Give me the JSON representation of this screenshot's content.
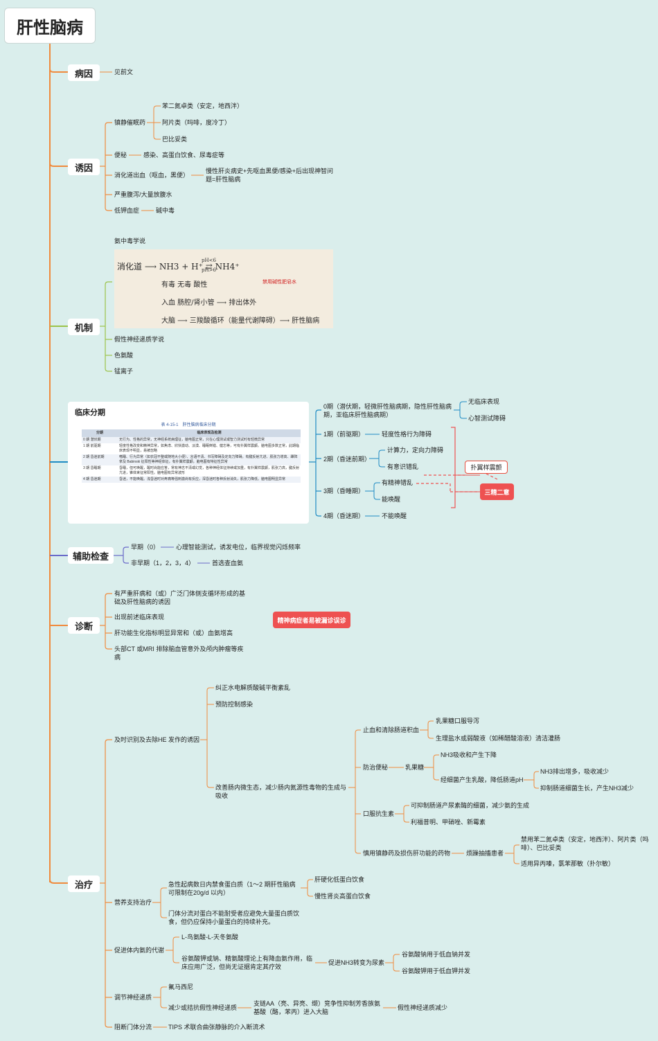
{
  "root": "肝性脑病",
  "branches": {
    "cause": {
      "label": "病因",
      "items": [
        "见前文"
      ]
    },
    "trigger": {
      "label": "诱因",
      "sedative": "镇静催眠药",
      "sedative_items": [
        "苯二氮卓类（安定，地西泮）",
        "阿片类（吗啡，度冷丁）",
        "巴比妥类"
      ],
      "constipation": "便秘",
      "constipation_detail": "感染、高蛋白饮食、尿毒症等",
      "gi_bleed": "消化道出血（呕血，黑便）",
      "gi_bleed_detail": "慢性肝炎病史+先呕血黑便/感染+后出现神智问题=肝性脑病",
      "diarrhea": "严重腹泻/大量放腹水",
      "hypokalemia": "低钾血症",
      "hypokalemia_detail": "碱中毒"
    },
    "mechanism": {
      "label": "机制",
      "ammonia": "氨中毒学说",
      "note_lines": [
        "消化道 ⟶ NH3 + H⁺ ⇄ NH4⁺",
        "有毒        无毒  酸性",
        "入血        肠腔/肾小管 ⟶ 排出体外",
        "大脑 ⟶ 三羧酸循环（能量代谢障碍）⟶ 肝性脑病"
      ],
      "note_red": [
        "禁用碱性肥皂水",
        "pH<6",
        "pH>6"
      ],
      "items": [
        "假性神经递质学说",
        "色氨酸",
        "锰离子"
      ]
    },
    "staging": {
      "label": "临床分期",
      "table_caption": "表 4-15-1　肝性脑病临床分期",
      "table_head": [
        "分期",
        "临床表现及检测"
      ],
      "table_rows": [
        [
          "0 期 潜伏期",
          "无行为、性格的异常，无神经系统病理征，脑电图正常，只在心理测试或智力测试时有轻微异常"
        ],
        [
          "1 期 前驱期",
          "轻度性格改变和精神异常，如焦虑、欣快激动、淡漠、睡眠倒错、健忘等，可有扑翼样震颤。脑电图多数正常，此期临床表现不明显，易被忽略"
        ],
        [
          "2 期 昏迷前期",
          "嗜睡、行为异常（如衣冠不整或随地大小便）、言语不清、书写障碍及定向力障碍。有腱反射亢进、肌张力增高、踝阵挛及 Babinski 征阳性等神经体征，有扑翼样震颤，脑电图有特征性异常"
        ],
        [
          "3 期 昏睡期",
          "昏睡，但可唤醒，醒时尚能应答，常有神志不清或幻觉，各种神经体征持续或加重，有扑翼样震颤，肌张力高，腱反射亢进，锥体束征常阳性。脑电图有异常波形"
        ],
        [
          "4 期 昏迷期",
          "昏迷，不能唤醒。浅昏迷时对疼痛等强刺激尚有反应，深昏迷时各种反射消失，肌张力降低。脑电图明显异常"
        ]
      ],
      "stage0": "0期（潜伏期，轻微肝性脑病期，隐性肝性脑病期，亚临床肝性脑病期）",
      "stage0_items": [
        "无临床表现",
        "心智测试障碍"
      ],
      "stage1": "1期（前驱期）",
      "stage1_detail": "轻度性格行为障碍",
      "stage2": "2期（昏迷前期）",
      "stage2_items": [
        "计算力，定向力障碍",
        "有意识错乱"
      ],
      "stage3": "3期（昏睡期）",
      "stage3_items": [
        "有精神错乱",
        "能唤醒"
      ],
      "stage4": "4期（昏迷期）",
      "stage4_detail": "不能唤醒",
      "flap": "扑翼样震颤",
      "key": "三精二意"
    },
    "aux": {
      "label": "辅助检查",
      "early": "早期（0）",
      "early_detail": "心理智能测试，诱发电位，临界视觉闪烁频率",
      "late": "非早期（1，2，3，4）",
      "late_detail": "首选查血氨"
    },
    "diagnosis": {
      "label": "诊断",
      "items": [
        "有严重肝病和（或）广泛门体侧支循环形成的基础及肝性脑病的诱因",
        "出现前述临床表现",
        "肝功能生化指标明显异常和（或）血氨增高",
        "头部CT 或MRI 排除脑血管意外及颅内肿瘤等疾病"
      ],
      "warning": "精神病症者易被漏诊误诊"
    },
    "treatment": {
      "label": "治疗",
      "t1": "及时识别及去除HE 发作的诱因",
      "t1_items": [
        "纠正水电解质酸碱平衡紊乱",
        "预防控制感染",
        "改善肠内微生态，减少肠内氮源性毒物的生成与吸收"
      ],
      "bleed": "止血和清除肠道积血",
      "bleed_items": [
        "乳果糖口服导泻",
        "生理盐水或弱酸液（如稀醋酸溶液）清洁灌肠"
      ],
      "constip": "防治便秘",
      "lactulose": "乳果糖",
      "lactulose_items": [
        "NH3吸收和产生下降",
        "经细菌产生乳酸，降低肠道pH"
      ],
      "ph_items": [
        "NH3排出增多，吸收减少",
        "抑制肠道细菌生长，产生NH3减少"
      ],
      "antibiotic": "口服抗生素",
      "antibiotic_items": [
        "可抑制肠道产尿素酶的细菌，减少氨的生成",
        "利福昔明、甲硝唑、新霉素"
      ],
      "sedate": "慎用镇静药及损伤肝功能的药物",
      "agitated": "烦躁抽搐患者",
      "agitated_items": [
        "禁用苯二氮卓类（安定，地西泮）、阿片类（吗啡）、巴比妥类",
        "适用异丙嗪，氯苯那敏（扑尔敏）"
      ],
      "nutrition": "营养支持治疗",
      "nutrition_a": "急性起病数日内禁食蛋白质（1～2 期肝性脑病可限制在20g/d 以内）",
      "nutrition_a_items": [
        "肝硬化低蛋白饮食",
        "慢性肾炎高蛋白饮食"
      ],
      "nutrition_b": "门体分流对蛋白不能耐受者应避免大量蛋白质饮食，但仍应保持小量蛋白的持续补充。",
      "metab": "促进体内氨的代谢",
      "metab_a": "L-鸟氨酸-L-天冬氨酸",
      "metab_b": "谷氨酸钾或钠、精氨酸理论上有降血氨作用，临床应用广泛，但尚无证据肯定其疗效",
      "metab_c": "促进NH3转变为尿素",
      "metab_c_items": [
        "谷氨酸钠用于低血钠并发",
        "谷氨酸钾用于低血钾并发"
      ],
      "neuro": "调节神经递质",
      "neuro_a": "氟马西尼",
      "neuro_b": "减少或拮抗假性神经递质",
      "neuro_c": "支链AA（亮、异亮、缬）竞争性抑制芳香族氨基酸（酪，苯丙）进入大脑",
      "neuro_d": "假性神经递质减少",
      "shunt": "阻断门体分流",
      "shunt_detail": "TIPS 术联合曲张静脉的介入断流术"
    }
  },
  "colors": {
    "orange": "#f08a3c",
    "green": "#9cc34a",
    "blue": "#1e8bc3",
    "purple": "#6a6ac9",
    "red": "#ee5151",
    "bg": "#daeeec"
  }
}
